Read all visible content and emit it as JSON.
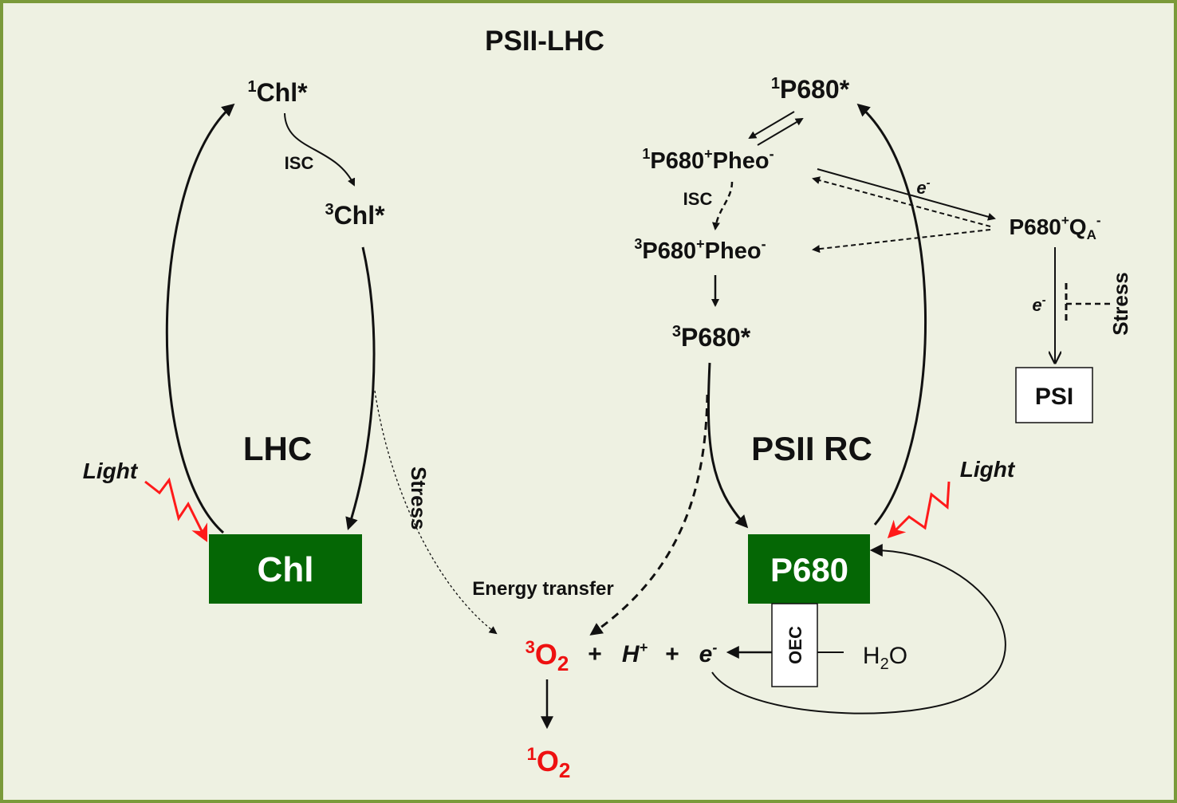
{
  "title": "PSII-LHC",
  "colors": {
    "background": "#eef1e2",
    "border": "#7a9a3a",
    "green_box": "#056705",
    "oxygen_red": "#ee1111",
    "light_red": "#ff1a1a"
  },
  "lhc": {
    "section_label": "LHC",
    "singlet": {
      "sup": "1",
      "base": "Chl*"
    },
    "triplet": {
      "sup": "3",
      "base": "Chl*"
    },
    "isc": "ISC",
    "chl_box": "Chl",
    "light": "Light"
  },
  "psii": {
    "section_label": "PSII RC",
    "p680_singlet": {
      "sup": "1",
      "base": "P680*"
    },
    "pair_singlet": {
      "sup": "1",
      "base": "P680",
      "plus": "+",
      "pheo": "Pheo",
      "minus": "-"
    },
    "pair_triplet": {
      "sup": "3",
      "base": "P680",
      "plus": "+",
      "pheo": "Pheo",
      "minus": "-"
    },
    "p680_triplet": {
      "sup": "3",
      "base": "P680*"
    },
    "isc": "ISC",
    "qa": {
      "base": "P680",
      "plus": "+",
      "q": "Q",
      "sub": "A",
      "minus": "-"
    },
    "psi_box": "PSI",
    "p680_box": "P680",
    "oec": "OEC",
    "light": "Light",
    "stress": "Stress",
    "electron": {
      "e": "e",
      "minus": "-"
    }
  },
  "center": {
    "stress": "Stress",
    "energy_transfer": "Energy transfer",
    "triplet_o2": {
      "sup": "3",
      "base": "O",
      "sub": "2"
    },
    "singlet_o2": {
      "sup": "1",
      "base": "O",
      "sub": "2"
    },
    "plus": "+",
    "proton": {
      "base": "H",
      "sup": "+"
    },
    "electron": {
      "base": "e",
      "sup": "-"
    },
    "water": {
      "pre": "H",
      "sub": "2",
      "post": "O"
    }
  }
}
